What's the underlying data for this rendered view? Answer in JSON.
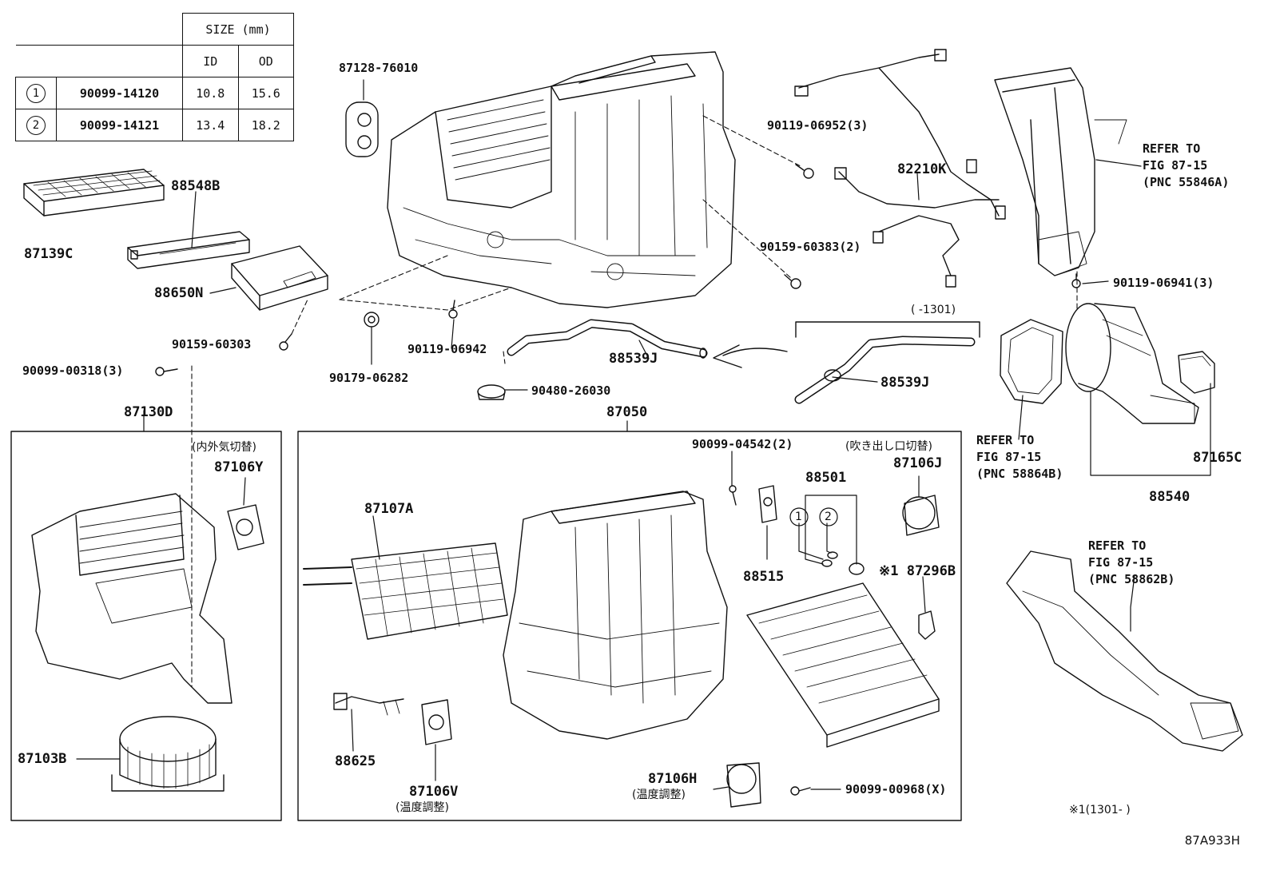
{
  "size_table": {
    "header_size": "SIZE (mm)",
    "header_id": "ID",
    "header_od": "OD",
    "rows": [
      {
        "ref": "1",
        "part": "90099-14120",
        "id": "10.8",
        "od": "15.6"
      },
      {
        "ref": "2",
        "part": "90099-14121",
        "id": "13.4",
        "od": "18.2"
      }
    ]
  },
  "labels": {
    "p87128": "87128-76010",
    "p88548B": "88548B",
    "p87139C": "87139C",
    "p88650N": "88650N",
    "p90159_60303": "90159-60303",
    "p90099_00318": "90099-00318(3)",
    "p90179_06282": "90179-06282",
    "p90119_06942": "90119-06942",
    "p88539J_a": "88539J",
    "p90480": "90480-26030",
    "p90119_06952": "90119-06952(3)",
    "p82210K": "82210K",
    "p90159_60383": "90159-60383(2)",
    "p90119_06941": "90119-06941(3)",
    "p1301": "(    -1301)",
    "p88539J_b": "88539J",
    "p87130D": "87130D",
    "p87050": "87050",
    "jp_inner_outer": "(内外気切替)",
    "p87106Y": "87106Y",
    "p90099_04542": "90099-04542(2)",
    "jp_outlet": "(吹き出し口切替)",
    "p87106J": "87106J",
    "p88501": "88501",
    "p87107A": "87107A",
    "circle1": "1",
    "circle2": "2",
    "p88515": "88515",
    "p87296B": "※1 87296B",
    "p87103B": "87103B",
    "p88625": "88625",
    "p87106V": "87106V",
    "jp_temp1": "(温度調整)",
    "p87106H": "87106H",
    "jp_temp2": "(温度調整)",
    "p90099_00968": "90099-00968(X)",
    "p88540": "88540",
    "p87165C": "87165C",
    "footnote": "※1(1301-      )",
    "diagram_code": "87A933H"
  },
  "refs": {
    "r1": [
      "REFER TO",
      "FIG 87-15",
      "(PNC 55846A)"
    ],
    "r2": [
      "REFER TO",
      "FIG 87-15",
      "(PNC 58864B)"
    ],
    "r3": [
      "REFER TO",
      "FIG 87-15",
      "(PNC 58862B)"
    ]
  }
}
